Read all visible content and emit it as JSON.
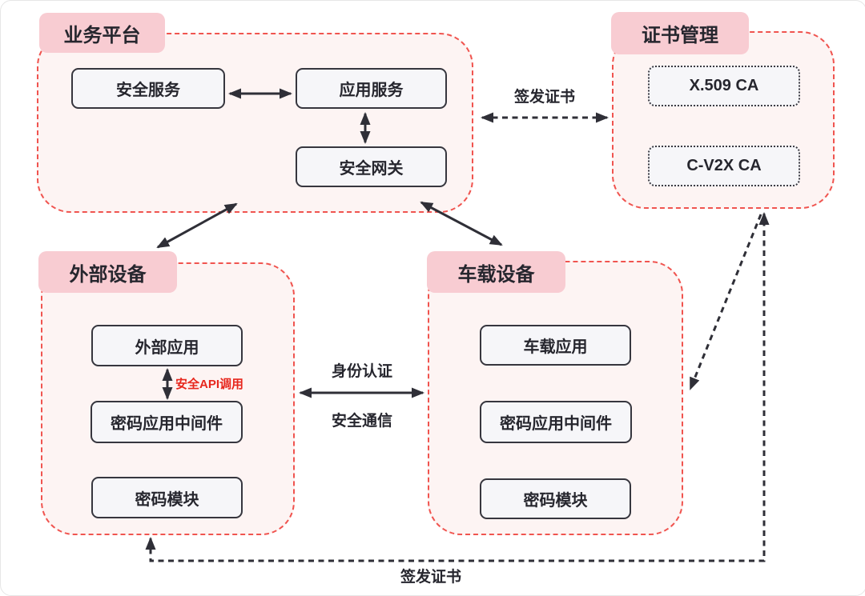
{
  "business_platform": {
    "label": "业务平台",
    "security_service": "安全服务",
    "app_service": "应用服务",
    "security_gateway": "安全网关"
  },
  "cert_management": {
    "label": "证书管理",
    "x509_ca": "X.509 CA",
    "cv2x_ca": "C-V2X CA"
  },
  "external_device": {
    "label": "外部设备",
    "external_app": "外部应用",
    "crypto_middleware": "密码应用中间件",
    "crypto_module": "密码模块"
  },
  "vehicle_device": {
    "label": "车载设备",
    "vehicle_app": "车载应用",
    "crypto_middleware": "密码应用中间件",
    "crypto_module": "密码模块"
  },
  "edges": {
    "issue_cert_top": "签发证书",
    "issue_cert_bottom": "签发证书",
    "identity_auth": "身份认证",
    "secure_comm": "安全通信",
    "secure_api_call": "安全API调用"
  },
  "colors": {
    "container_border": "#F0544F",
    "container_fill": "#FDF4F3",
    "badge_fill": "#F8CCD2",
    "node_fill": "#F6F6F9",
    "node_border": "#36363E",
    "arrow": "#2F2F37",
    "text": "#26262E",
    "red_label": "#E7271D"
  }
}
